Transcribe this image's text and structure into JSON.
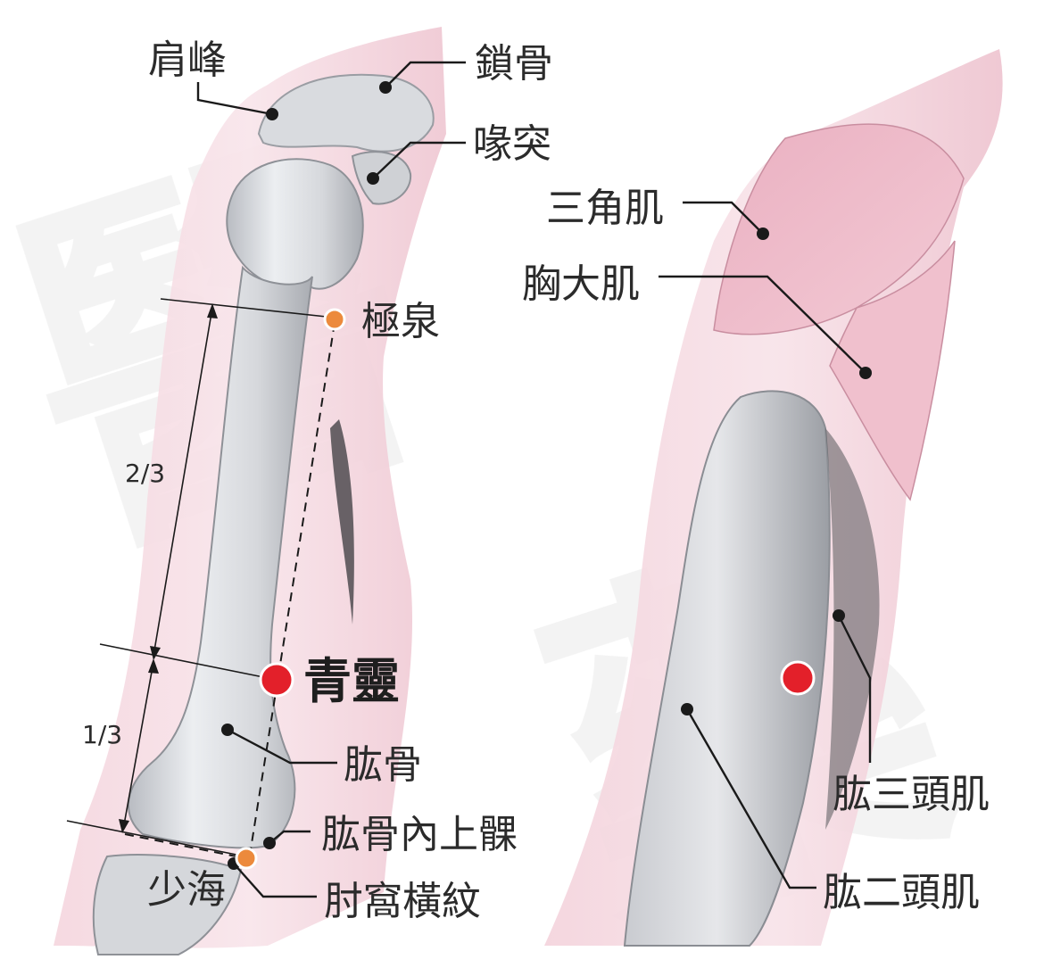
{
  "left_labels": {
    "acromion": "肩峰",
    "clavicle": "鎖骨",
    "coracoid": "喙突",
    "jiquan": "極泉",
    "qingling": "青靈",
    "humerus": "肱骨",
    "medial_epicondyle": "肱骨內上髁",
    "shaohai": "少海",
    "elbow_crease": "肘窩橫紋"
  },
  "fractions": {
    "upper": "2/3",
    "lower": "1/3"
  },
  "right_labels": {
    "deltoid": "三角肌",
    "pectoralis_major": "胸大肌",
    "triceps": "肱三頭肌",
    "biceps": "肱二頭肌"
  },
  "colors": {
    "acupoint_main": "#e3202a",
    "acupoint_minor": "#ec8a3c",
    "muscle": "#f0bccb",
    "bone": "#d2d4d8",
    "leader": "#1a1a1a"
  }
}
